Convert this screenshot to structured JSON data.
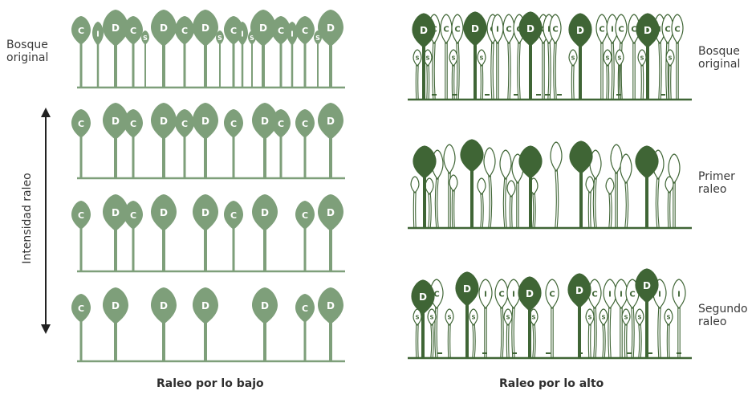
{
  "colors": {
    "low_fill": "#7e9f7a",
    "low_ground": "#7e9f7a",
    "dark_fill": "#3f6535",
    "outline": "#3f6535",
    "letter_light": "#ffffff",
    "arrow": "#222222"
  },
  "labels": {
    "left_original": "Bosque\noriginal",
    "right_original": "Bosque\noriginal",
    "right_first": "Primer\nraleo",
    "right_second": "Segundo\nraleo",
    "intensity": "Intensidad raleo",
    "low_title": "Raleo por lo bajo",
    "high_title": "Raleo por lo alto"
  },
  "low_thinning_rows": [
    {
      "name": "original",
      "trees": [
        "C",
        "I",
        "D",
        "C",
        "S",
        "D",
        "C",
        "D",
        "S",
        "C",
        "I",
        "S",
        "D",
        "C",
        "I",
        "C",
        "S",
        "D"
      ]
    },
    {
      "name": "step1",
      "trees": [
        "C",
        "D",
        "C",
        "D",
        "C",
        "D",
        "C",
        "D",
        "C",
        "C",
        "D"
      ]
    },
    {
      "name": "step2",
      "trees": [
        "C",
        "D",
        "C",
        "D",
        "D",
        "C",
        "D",
        "C",
        "D"
      ]
    },
    {
      "name": "step3",
      "trees": [
        "C",
        "D",
        "D",
        "D",
        "D",
        "C",
        "D"
      ]
    }
  ],
  "high_thinning_rows": [
    {
      "name": "original",
      "dominant_letters": [
        "D",
        "D",
        "D",
        "D"
      ],
      "understory_letters": [
        "C",
        "C",
        "C",
        "C",
        "I",
        "C",
        "C",
        "S",
        "S",
        "S",
        "C",
        "I",
        "C",
        "C",
        "S",
        "S",
        "S",
        "I",
        "C",
        "C",
        "C",
        "C",
        "S",
        "S"
      ]
    },
    {
      "name": "first",
      "dominant_letters": [],
      "understory_letters": []
    },
    {
      "name": "second",
      "dominant_letters": [
        "D",
        "D",
        "D",
        "D",
        "D"
      ],
      "understory_letters": [
        "C",
        "C",
        "I",
        "C",
        "I",
        "C",
        "I",
        "C",
        "C",
        "I",
        "C",
        "I",
        "S",
        "S",
        "S",
        "S",
        "S",
        "S"
      ]
    }
  ]
}
